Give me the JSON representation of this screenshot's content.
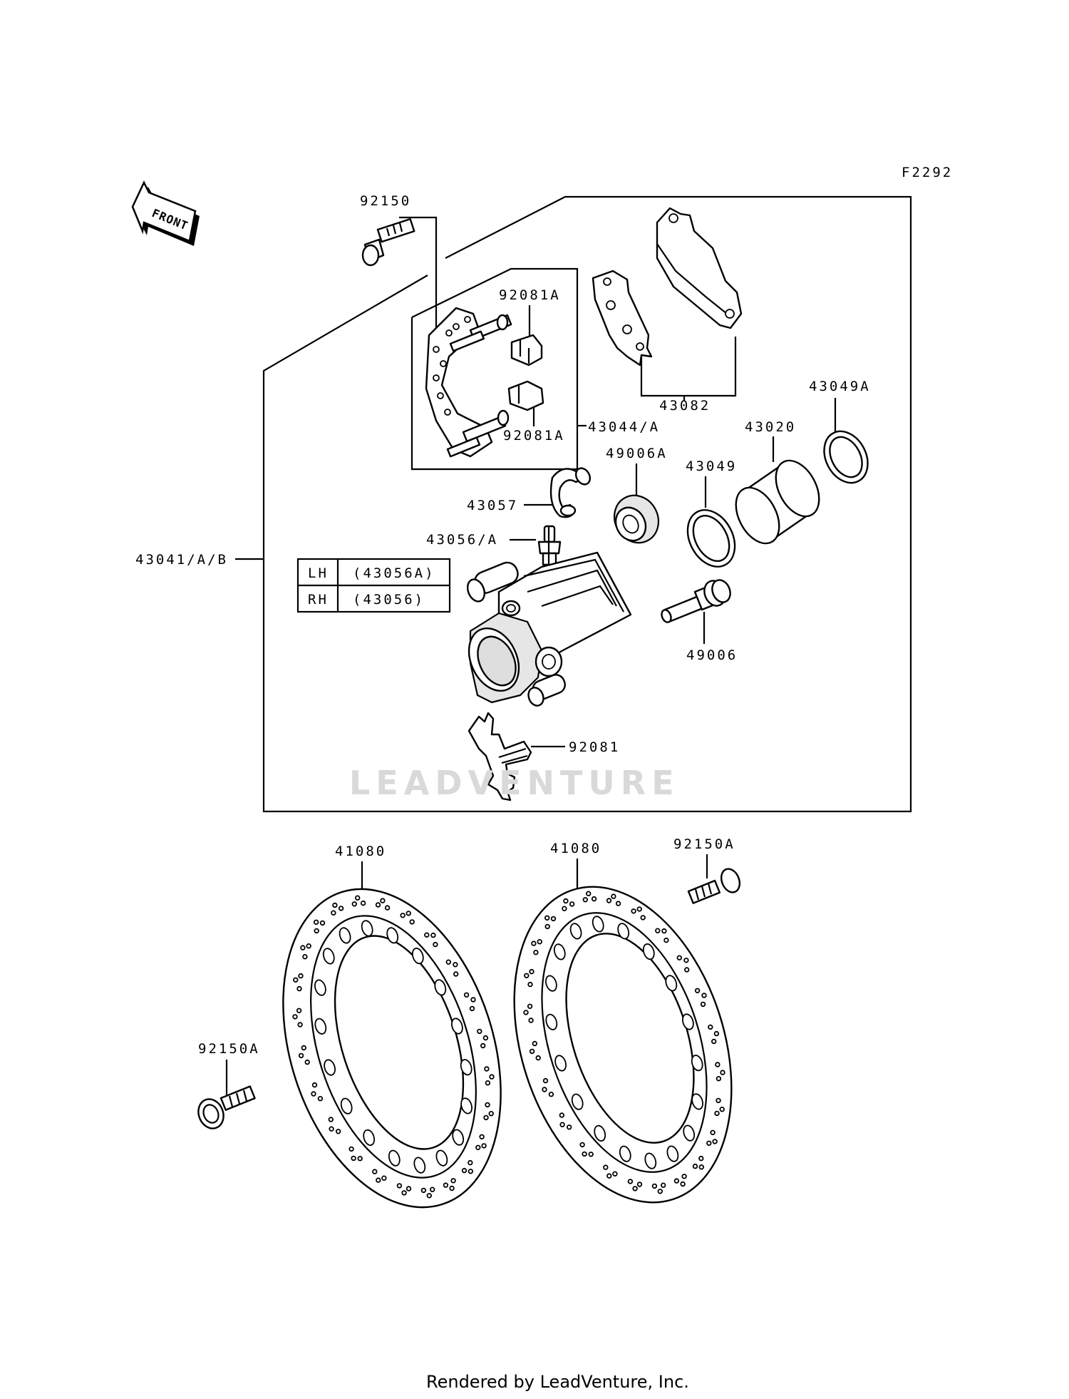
{
  "diagram_code": "F2292",
  "front_label": "FRONT",
  "callouts": {
    "bolt_top": "92150",
    "clip_upper": "92081A",
    "clip_lower": "92081A",
    "holder": "43044/A",
    "pads": "43082",
    "seal_a": "43049A",
    "piston": "43020",
    "boot_a": "49006A",
    "seal": "43049",
    "cap": "43057",
    "bleeder": "43056/A",
    "caliper": "43041/A/B",
    "pin": "49006",
    "spring": "92081",
    "disc_left": "41080",
    "disc_right": "41080",
    "bolt_right": "92150A",
    "bolt_left": "92150A"
  },
  "variant_table": [
    {
      "side": "LH",
      "part": "(43056A)"
    },
    {
      "side": "RH",
      "part": "(43056)"
    }
  ],
  "watermark": "LEADVENTURE",
  "footer": "Rendered by LeadVenture, Inc."
}
